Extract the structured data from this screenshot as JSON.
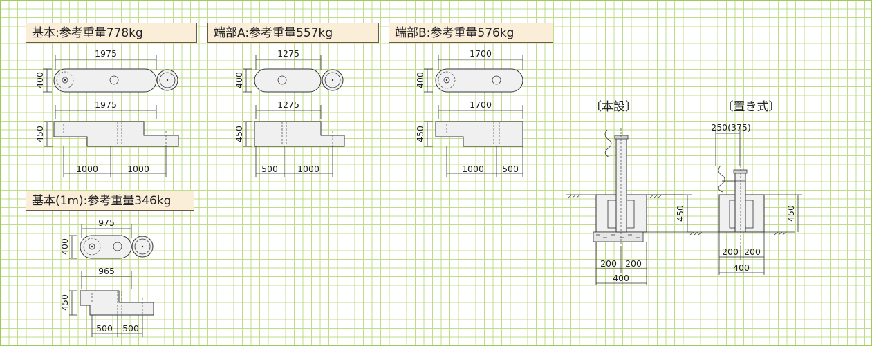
{
  "headers": {
    "kihon": "基本:参考重量778kg",
    "tanbu_a": "端部A:参考重量557kg",
    "tanbu_b": "端部B:参考重量576kg",
    "kihon_1m": "基本(1m):参考重量346kg"
  },
  "dims": {
    "kihon": {
      "top_width": "1975",
      "top_height": "400",
      "side_width": "1975",
      "side_height": "450",
      "seg_left": "1000",
      "seg_right": "1000"
    },
    "tanbu_a": {
      "top_width": "1275",
      "top_height": "400",
      "side_width": "1275",
      "side_height": "450",
      "seg_left": "500",
      "seg_right": "1000"
    },
    "tanbu_b": {
      "top_width": "1700",
      "top_height": "400",
      "side_width": "1700",
      "side_height": "450",
      "seg_left": "1000",
      "seg_right": "500"
    },
    "kihon_1m": {
      "top_width": "975",
      "top_height": "400",
      "side_width": "965",
      "side_height": "450",
      "seg_left": "500",
      "seg_right": "500"
    }
  },
  "install": {
    "honsetsu": {
      "label": "〔本設〕",
      "height": "450",
      "half_left": "200",
      "half_right": "200",
      "total": "400"
    },
    "okishiki": {
      "label": "〔置き式〕",
      "offset": "250(375)",
      "height": "450",
      "half_left": "200",
      "half_right": "200",
      "total": "400"
    }
  },
  "colors": {
    "grid": "#bfdc8a",
    "header_bg": "#fbeed9",
    "header_border": "#6f5a44",
    "part_fill": "#f0f0f0"
  }
}
